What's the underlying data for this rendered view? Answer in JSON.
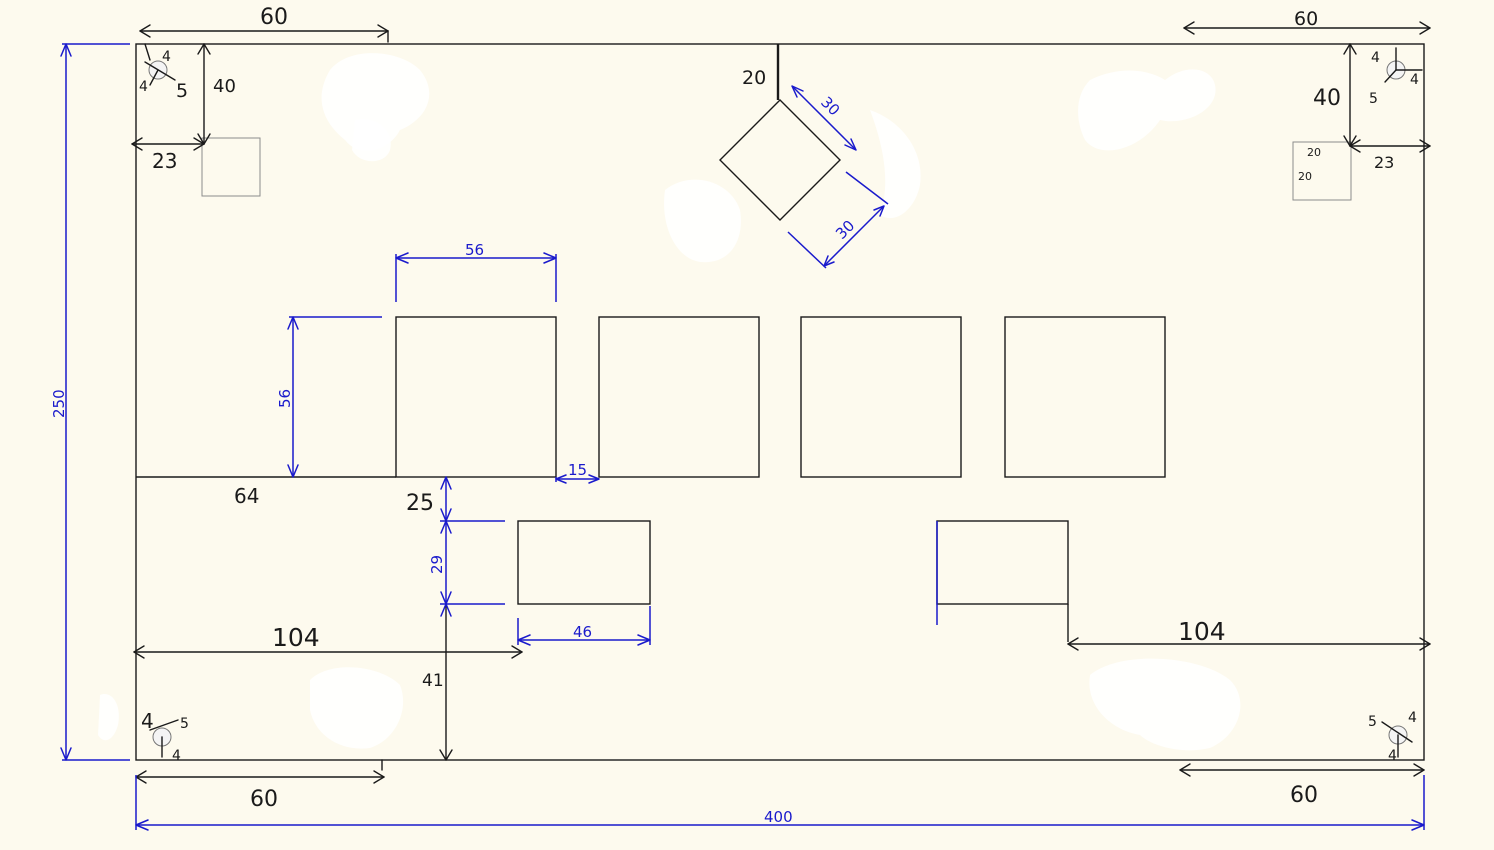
{
  "colors": {
    "background": "#fdfaee",
    "outline": "#1a1a1a",
    "blue_dimension": "#1a1acc",
    "hand_dimension": "#1a1a1a"
  },
  "dimensions": {
    "top_left_60": "60",
    "top_right_60": "60",
    "bottom_left_60": "60",
    "bottom_right_60": "60",
    "overall_width": "400",
    "overall_height": "250",
    "left_40": "40",
    "right_40": "40",
    "left_23": "23",
    "right_23": "23",
    "notch_20": "20",
    "diamond_30_a": "30",
    "diamond_30_b": "30",
    "square_width_56": "56",
    "square_height_56": "56",
    "gap_15": "15",
    "offset_64": "64",
    "offset_25": "25",
    "rect_height_29": "29",
    "rect_width_46": "46",
    "left_104": "104",
    "right_104": "104",
    "bottom_41": "41"
  },
  "small_square_right": {
    "w": "20",
    "h": "20"
  },
  "corner_holes": {
    "top_left": [
      "4",
      "4",
      "5"
    ],
    "top_right": [
      "4",
      "4",
      "5"
    ],
    "bottom_left": [
      "4",
      "5",
      "4"
    ],
    "bottom_right": [
      "5",
      "4",
      "4"
    ]
  }
}
